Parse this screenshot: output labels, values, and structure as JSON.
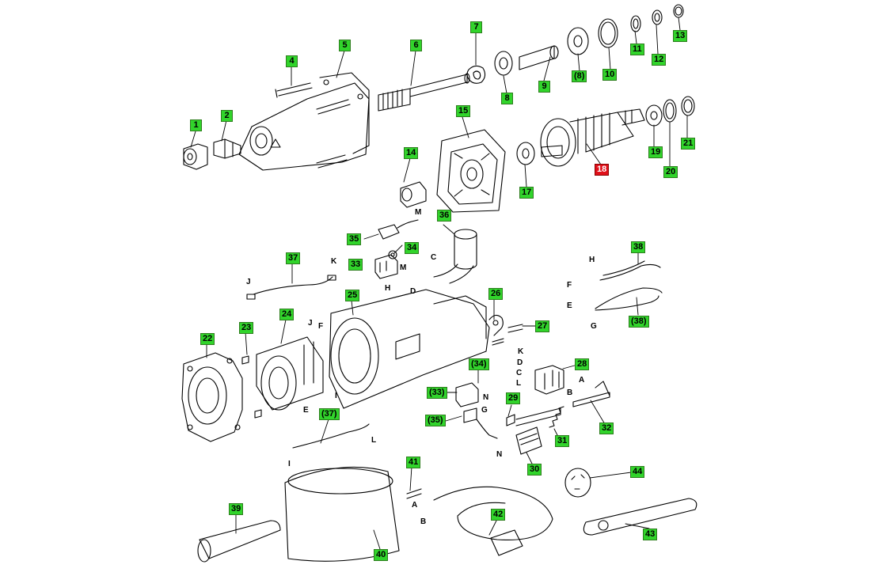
{
  "labels": [
    "1",
    "2",
    "4",
    "5",
    "6",
    "7",
    "(8)",
    "8",
    "9",
    "10",
    "11",
    "12",
    "13",
    "14",
    "15",
    "17",
    "18",
    "19",
    "20",
    "21",
    "22",
    "23",
    "24",
    "25",
    "26",
    "27",
    "28",
    "29",
    "30",
    "31",
    "32",
    "(33)",
    "33",
    "(34)",
    "34",
    "(35)",
    "35",
    "36",
    "37",
    "(37)",
    "38",
    "(38)",
    "39",
    "40",
    "41",
    "42",
    "43",
    "44"
  ],
  "selected_label": "18",
  "wire_letters": [
    "M",
    "M",
    "C",
    "D",
    "H",
    "K",
    "J",
    "F",
    "J",
    "I",
    "E",
    "L",
    "I",
    "H",
    "F",
    "E",
    "G",
    "K",
    "D",
    "C",
    "L",
    "A",
    "B",
    "N",
    "G",
    "N",
    "A",
    "B"
  ],
  "colors": {
    "label_fill": "#31d42b",
    "label_selected": "#e0101a",
    "line": "#000000"
  }
}
